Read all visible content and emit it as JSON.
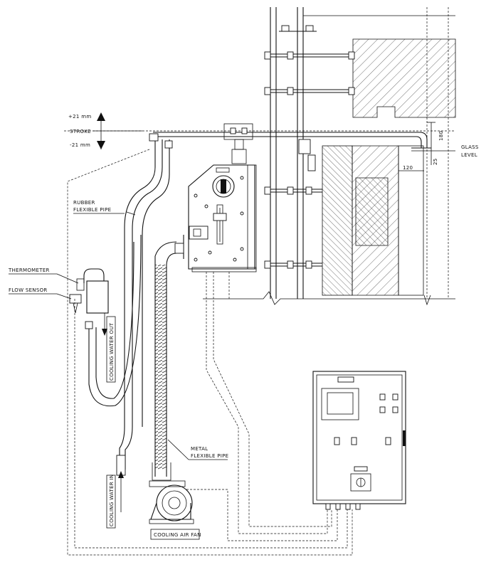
{
  "labels": {
    "stroke_plus": "+21 mm",
    "stroke": "STROKE",
    "stroke_minus": "-21 mm",
    "rubber_pipe_1": "RUBBER",
    "rubber_pipe_2": "FLEXIBLE PIPE",
    "thermometer": "THERMOMETER",
    "flow_sensor": "FLOW SENSOR",
    "cooling_water_out": "COOLING WATER OUT",
    "cooling_water_in": "COOLING WATER IN",
    "metal_pipe_1": "METAL",
    "metal_pipe_2": "FLEXIBLE PIPE",
    "cooling_air_fan": "COOLING AIR FAN",
    "glass_level_1": "GLASS",
    "glass_level_2": "LEVEL",
    "dim_180": "180",
    "dim_25": "25",
    "dim_120": "120"
  }
}
